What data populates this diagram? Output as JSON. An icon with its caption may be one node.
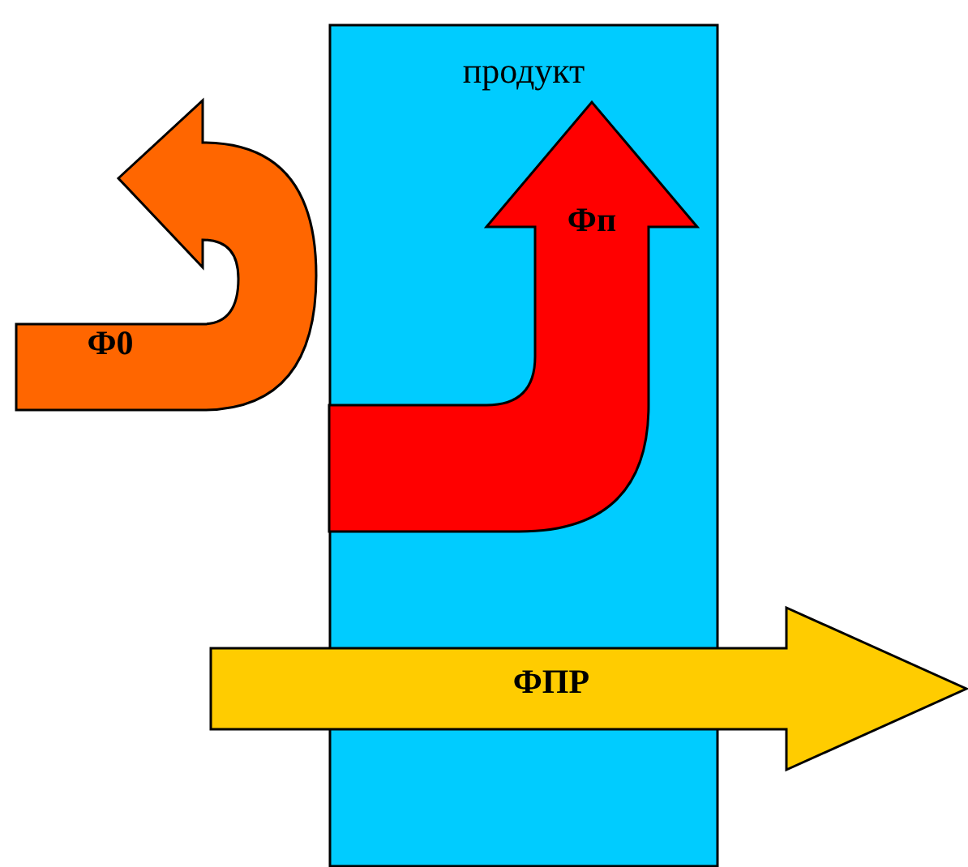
{
  "diagram": {
    "nodes": [
      {
        "text": [
          "продукт"
        ]
      },
      {
        "text": [
          "Ф0"
        ]
      },
      {
        "text": [
          "Фп"
        ],
        "in": 0
      },
      {
        "text": [
          "ФПР"
        ]
      }
    ]
  }
}
